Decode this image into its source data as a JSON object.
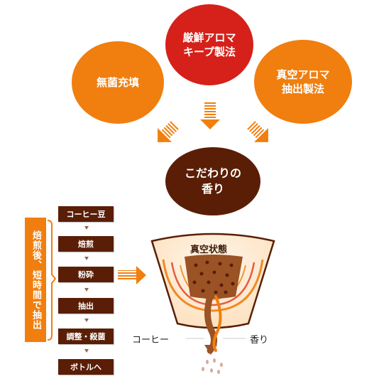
{
  "top_circles": {
    "left_label": "無菌充填",
    "center_line1": "厳鮮アロマ",
    "center_line2": "キープ製法",
    "right_line1": "真空アロマ",
    "right_line2": "抽出製法"
  },
  "center_circle": {
    "line1": "こだわりの",
    "line2": "香り"
  },
  "steps": [
    "コーヒー豆",
    "焙煎",
    "粉砕",
    "抽出",
    "調整・殺菌",
    "ボトルへ"
  ],
  "side_label": "焙煎後、短時間で抽出",
  "vessel": {
    "title": "真空状態",
    "left_label": "コーヒー",
    "right_label": "香り"
  },
  "colors": {
    "orange": "#f07f0f",
    "red": "#d5211a",
    "dark_brown": "#5a1e06",
    "coffee": "#9b5225"
  }
}
